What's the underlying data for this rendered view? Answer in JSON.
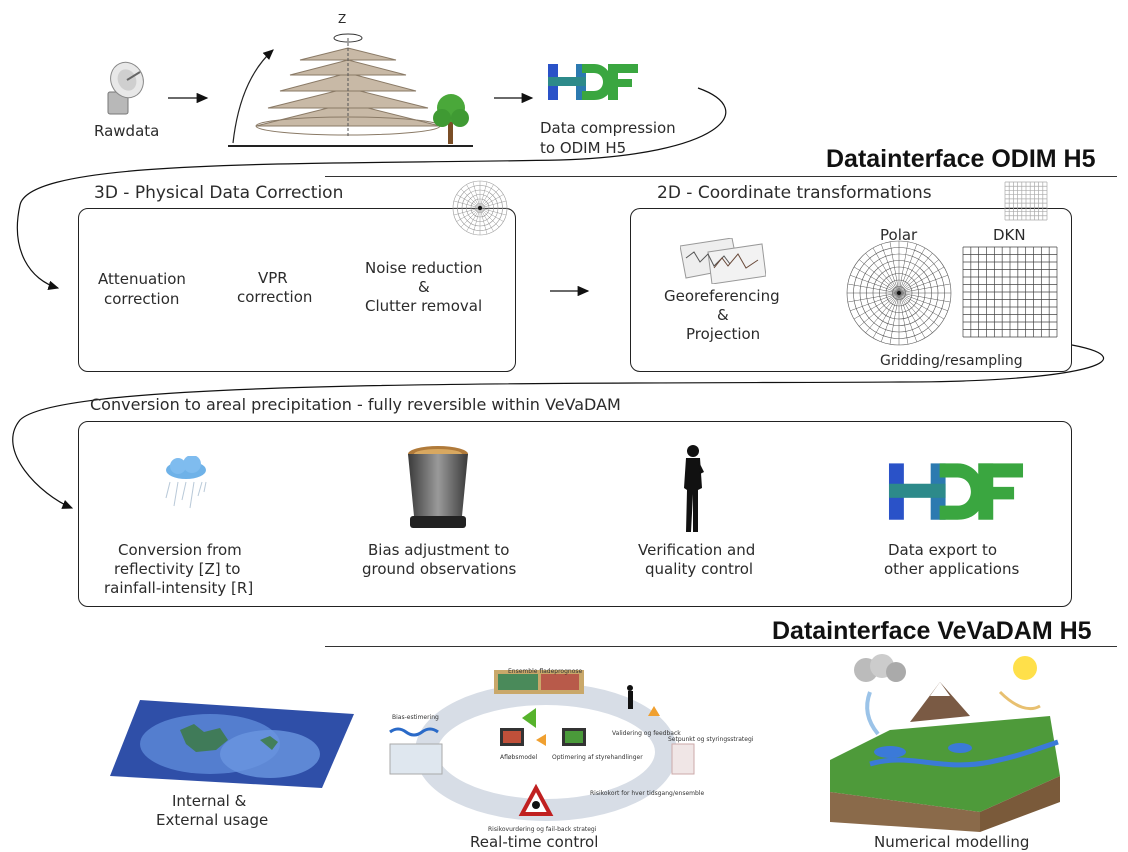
{
  "stage1": {
    "rawdata": "Rawdata",
    "z_axis": "Z",
    "compression_line1": "Data compression",
    "compression_line2": "to ODIM H5",
    "hdf_logo": "HDF"
  },
  "datainterface_odim": "Datainterface ODIM H5",
  "physical": {
    "title": "3D - Physical Data Correction",
    "attenuation_line1": "Attenuation",
    "attenuation_line2": "correction",
    "vpr_line1": "VPR",
    "vpr_line2": "correction",
    "noise_line1": "Noise reduction",
    "noise_line2": "&",
    "noise_line3": "Clutter removal"
  },
  "coordinate": {
    "title": "2D - Coordinate transformations",
    "polar": "Polar",
    "dkn": "DKN",
    "georef_line1": "Georeferencing",
    "georef_line2": "&",
    "georef_line3": "Projection",
    "gridding": "Gridding/resampling"
  },
  "conversion": {
    "title": "Conversion to areal precipitation - fully reversible within VeVaDAM",
    "step1_line1": "Conversion from",
    "step1_line2": "reflectivity [Z] to",
    "step1_line3": "rainfall-intensity [R]",
    "step2_line1": "Bias adjustment to",
    "step2_line2": "ground observations",
    "step3_line1": "Verification and",
    "step3_line2": "quality control",
    "step4_line1": "Data export to",
    "step4_line2": "other applications",
    "hdf_logo": "HDF"
  },
  "datainterface_vevadam": "Datainterface VeVaDAM H5",
  "usage": {
    "internal_line1": "Internal &",
    "internal_line2": "External usage",
    "realtime": "Real-time control",
    "numerical": "Numerical modelling"
  },
  "realtime_small": {
    "ensemble": "Ensemble fladeprognose",
    "bias": "Bias-estimering",
    "afloeb": "Afløbsmodel",
    "optim": "Optimering af styrehandlinger",
    "feedback": "Validering og feedback",
    "setpoint": "Setpunkt og styringsstrategi",
    "risk": "Risikovurdering og fail-back strategi",
    "lead": "Risikokort for hver tidsgang/ensemble"
  },
  "colors": {
    "hdf_blue": "#2a52c8",
    "hdf_green": "#3aa640",
    "sea": "#4a7bd0",
    "terrain": "#3a8a3a"
  }
}
